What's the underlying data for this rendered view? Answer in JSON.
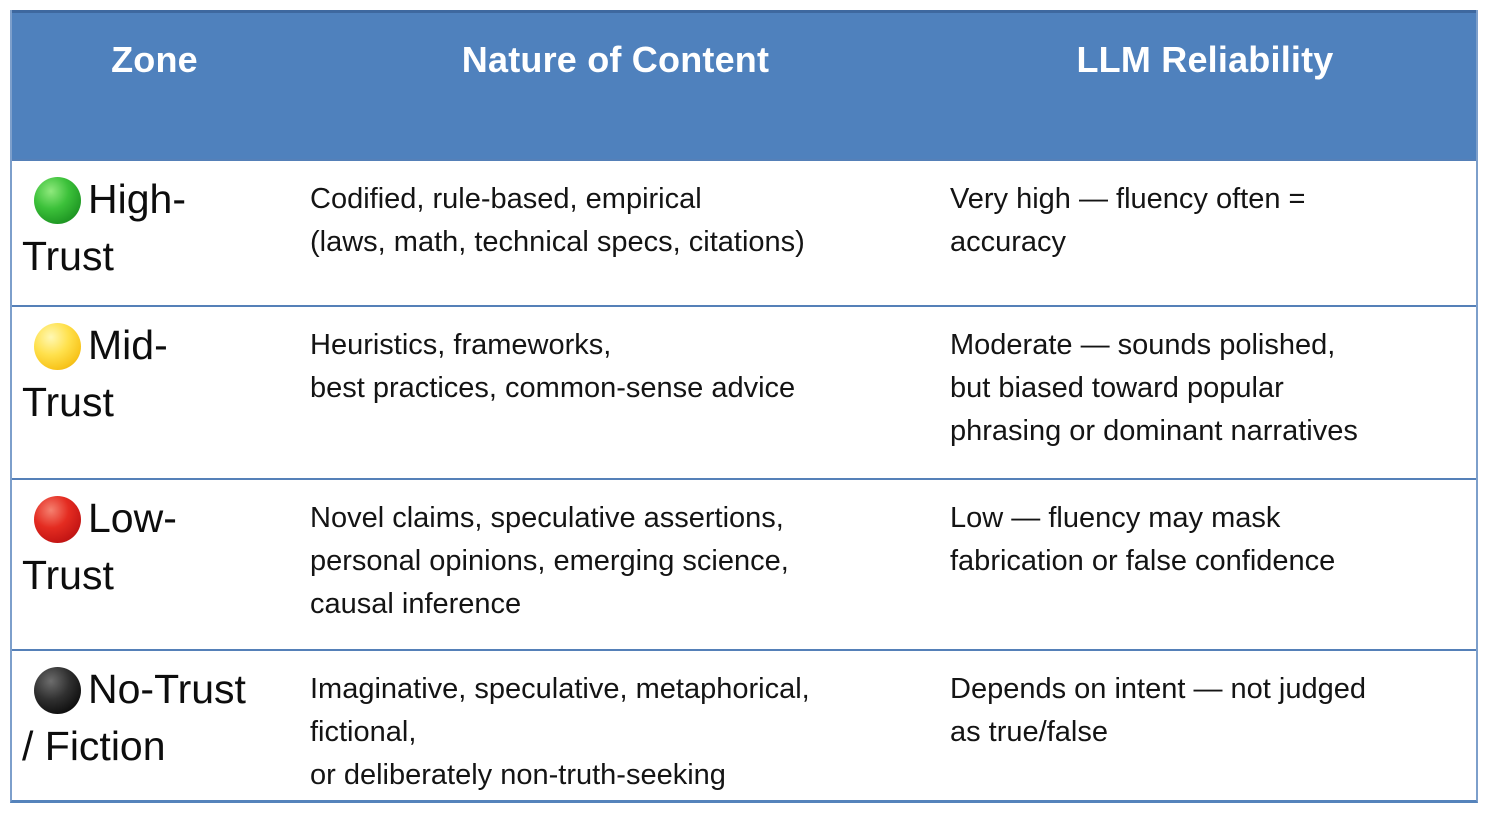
{
  "table": {
    "colors": {
      "header_bg": "#4f81bd",
      "header_text": "#ffffff",
      "border": "#5580b8",
      "body_text": "#141414",
      "dot_green": "#2ca52c",
      "dot_yellow": "#ffd21e",
      "dot_red": "#d92020",
      "dot_black": "#0d0d0d"
    },
    "columns": [
      {
        "label": "Zone"
      },
      {
        "label": "Nature of Content"
      },
      {
        "label": "LLM Reliability"
      }
    ],
    "rows": [
      {
        "zone": {
          "color": "green",
          "label_line1": "High-",
          "label_line2": "Trust"
        },
        "nature": [
          "Codified, rule-based, empirical",
          "(laws, math, technical specs, citations)"
        ],
        "reliability": [
          "Very high — fluency often =",
          "accuracy"
        ]
      },
      {
        "zone": {
          "color": "yellow",
          "label_line1": "Mid-",
          "label_line2": "Trust"
        },
        "nature": [
          "Heuristics, frameworks,",
          "best practices, common-sense advice"
        ],
        "reliability": [
          "Moderate — sounds polished,",
          "but biased toward popular",
          "phrasing or dominant narratives"
        ]
      },
      {
        "zone": {
          "color": "red",
          "label_line1": "Low-",
          "label_line2": "Trust"
        },
        "nature": [
          "Novel claims, speculative assertions,",
          "personal opinions, emerging science,",
          "causal inference"
        ],
        "reliability": [
          "Low — fluency may mask",
          "fabrication or false confidence"
        ]
      },
      {
        "zone": {
          "color": "black",
          "label_line1": "No-Trust",
          "label_line2": "/ Fiction"
        },
        "nature": [
          "Imaginative, speculative, metaphorical,",
          "fictional,",
          "or deliberately non-truth-seeking"
        ],
        "reliability": [
          "Depends on intent — not judged",
          "as true/false"
        ]
      }
    ]
  }
}
